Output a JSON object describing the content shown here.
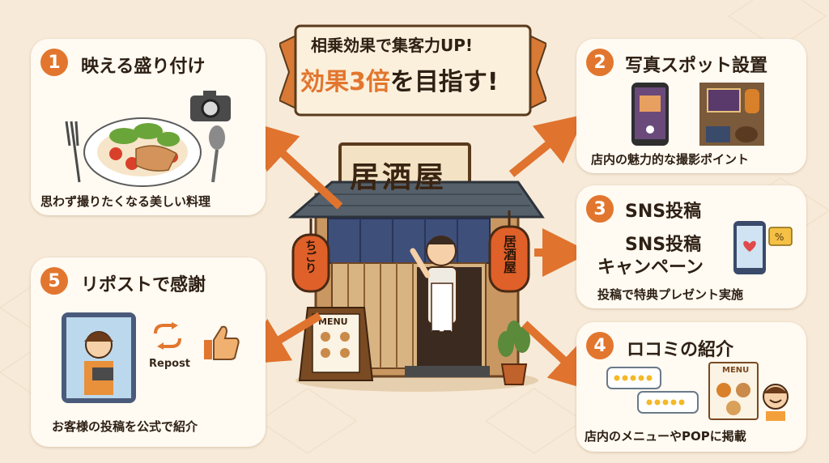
{
  "banner": {
    "line1": "相乗効果で集客力UP!",
    "line2_accent": "効果3倍",
    "line2_rest": "を目指す!"
  },
  "shop": {
    "sign": "居酒屋",
    "lantern_left": "ちごり",
    "lantern_right": "居酒屋",
    "menu_board": "MENU"
  },
  "cards": [
    {
      "number": "1",
      "title": "映える盛り付け",
      "caption": "思わず撮りたくなる美しい料理"
    },
    {
      "number": "2",
      "title": "写真スポット設置",
      "caption": "店内の魅力的な撮影ポイント"
    },
    {
      "number": "3",
      "title": "SNS投稿",
      "subtitle_line1": "SNS投稿",
      "subtitle_line2": "キャンペーン",
      "caption": "投稿で特典プレゼント実施"
    },
    {
      "number": "4",
      "title": "ロコミの紹介",
      "caption": "店内のメニューやPOPに掲載",
      "menu_label": "MENU"
    },
    {
      "number": "5",
      "title": "リポストで感謝",
      "caption": "お客様の投稿を公式で紹介",
      "repost_label": "Repost"
    }
  ],
  "colors": {
    "accent": "#e2762e",
    "card": "#fffaf2",
    "background": "#f7ead8",
    "arrow": "#e0732e"
  }
}
